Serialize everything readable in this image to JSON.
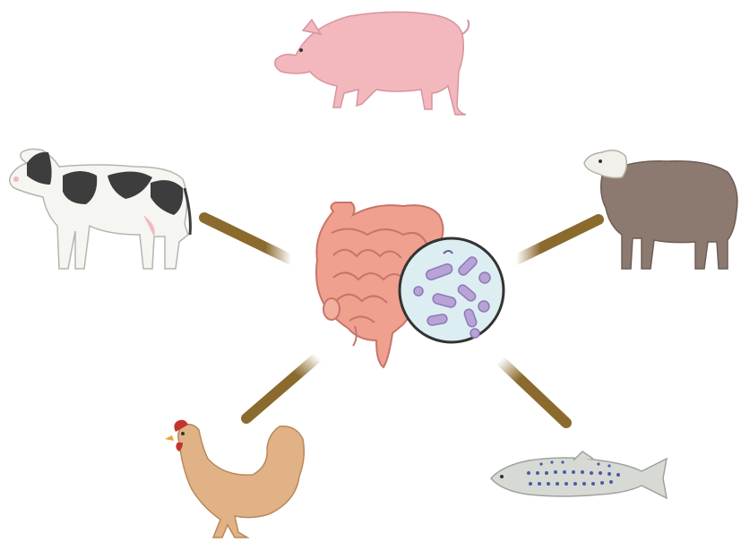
{
  "diagram": {
    "center": {
      "name": "gut-microbiota",
      "parts": [
        "intestine",
        "microbe-magnifier"
      ]
    },
    "animals": [
      {
        "name": "pig"
      },
      {
        "name": "cow"
      },
      {
        "name": "sheep"
      },
      {
        "name": "chicken"
      },
      {
        "name": "zebrafish"
      }
    ],
    "colors": {
      "connector": "#8B6A2E",
      "intestine": "#EFA08E",
      "intestine_outline": "#C8746A",
      "microbe_fill": "#DCEEF2",
      "microbe_rod": "#B7A3D6",
      "pig": "#F2B8BE",
      "cow_white": "#F5F5F2",
      "cow_spot": "#3D3D3D",
      "sheep_wool": "#8C7A70",
      "chicken": "#E0B285",
      "comb": "#C2342C",
      "fish": "#D7D9D5",
      "fish_spot": "#4A5AA8"
    }
  }
}
